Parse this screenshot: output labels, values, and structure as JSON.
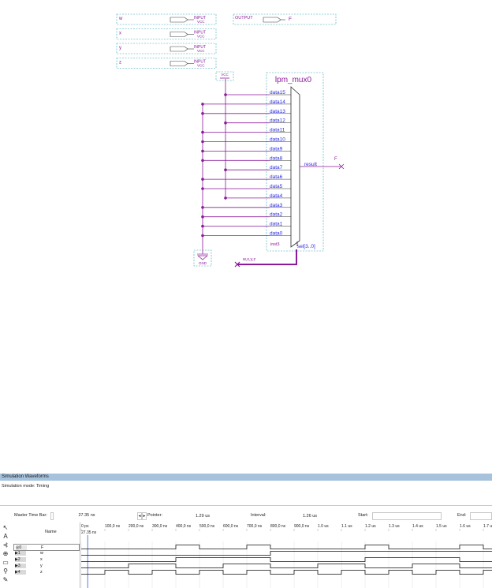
{
  "schematic": {
    "inputs": [
      {
        "name": "w",
        "type": "INPUT",
        "sub": "VCC"
      },
      {
        "name": "x",
        "type": "INPUT",
        "sub": "VCC"
      },
      {
        "name": "y",
        "type": "INPUT",
        "sub": "VCC"
      },
      {
        "name": "z",
        "type": "INPUT",
        "sub": "VCC"
      }
    ],
    "output": {
      "type": "OUTPUT",
      "name": "F"
    },
    "vcc_label": "VCC",
    "gnd_label": "GND",
    "mux": {
      "title": "lpm_mux0",
      "inputs": [
        "data15",
        "data14",
        "data13",
        "data12",
        "data11",
        "data10",
        "data9",
        "data8",
        "data7",
        "data6",
        "data5",
        "data4",
        "data3",
        "data2",
        "data1",
        "data0"
      ],
      "vcc_inputs": [
        "data15",
        "data12",
        "data7",
        "data4"
      ],
      "result_label": "result",
      "sel_label": "sel[3..0]",
      "instance": "inst3",
      "output_net": "F",
      "sel_net": "w,x,y,z"
    }
  },
  "simulation": {
    "title": "Simulation Waveforms",
    "mode": "Simulation mode: Timing",
    "toolbar": {
      "master_time_bar_label": "Master Time Bar:",
      "master_time_bar_value": "27.35 ns",
      "pointer_label": "Pointer:",
      "pointer_value": "1.29 us",
      "interval_label": "Interval:",
      "interval_value": "1.26 us",
      "start_label": "Start:",
      "end_label": "End:"
    },
    "name_header": "Name",
    "marker_label": "27.35 ns",
    "time_ticks": [
      "0 ps",
      "100,0 ns",
      "200,0 ns",
      "300,0 ns",
      "400,0 ns",
      "500,0 ns",
      "600,0 ns",
      "700,0 ns",
      "800,0 ns",
      "900,0 ns",
      "1.0 us",
      "1.1 us",
      "1.2 us",
      "1.3 us",
      "1.4 us",
      "1.5 us",
      "1.6 us",
      "1.7 us"
    ],
    "signals": [
      {
        "index": "0",
        "name": "F",
        "kind": "output",
        "transitions_ns": [
          400,
          500,
          700,
          800,
          1200,
          1300,
          1600,
          1700
        ],
        "initial": 0
      },
      {
        "index": "1",
        "name": "w",
        "kind": "input",
        "transitions_ns": [
          800
        ],
        "initial": 0
      },
      {
        "index": "2",
        "name": "x",
        "kind": "input",
        "transitions_ns": [
          400,
          800,
          1200,
          1600
        ],
        "initial": 0
      },
      {
        "index": "3",
        "name": "y",
        "kind": "input",
        "transitions_ns": [
          200,
          400,
          600,
          800,
          1000,
          1200,
          1400,
          1600
        ],
        "initial": 0
      },
      {
        "index": "4",
        "name": "z",
        "kind": "input",
        "transitions_ns": [
          100,
          200,
          300,
          400,
          500,
          600,
          700,
          800,
          900,
          1000,
          1100,
          1200,
          1300,
          1400,
          1500,
          1600,
          1700
        ],
        "initial": 0
      }
    ],
    "tools": [
      {
        "icon": "pointer-icon",
        "glyph": "↖"
      },
      {
        "icon": "text-tool-icon",
        "glyph": "A"
      },
      {
        "icon": "waveform-edit-icon",
        "glyph": "⊰"
      },
      {
        "icon": "zoom-icon",
        "glyph": "⊕"
      },
      {
        "icon": "node-finder-icon",
        "glyph": "▭"
      },
      {
        "icon": "find-icon",
        "glyph": "⚲"
      },
      {
        "icon": "overwrite-icon",
        "glyph": "✎"
      }
    ]
  }
}
